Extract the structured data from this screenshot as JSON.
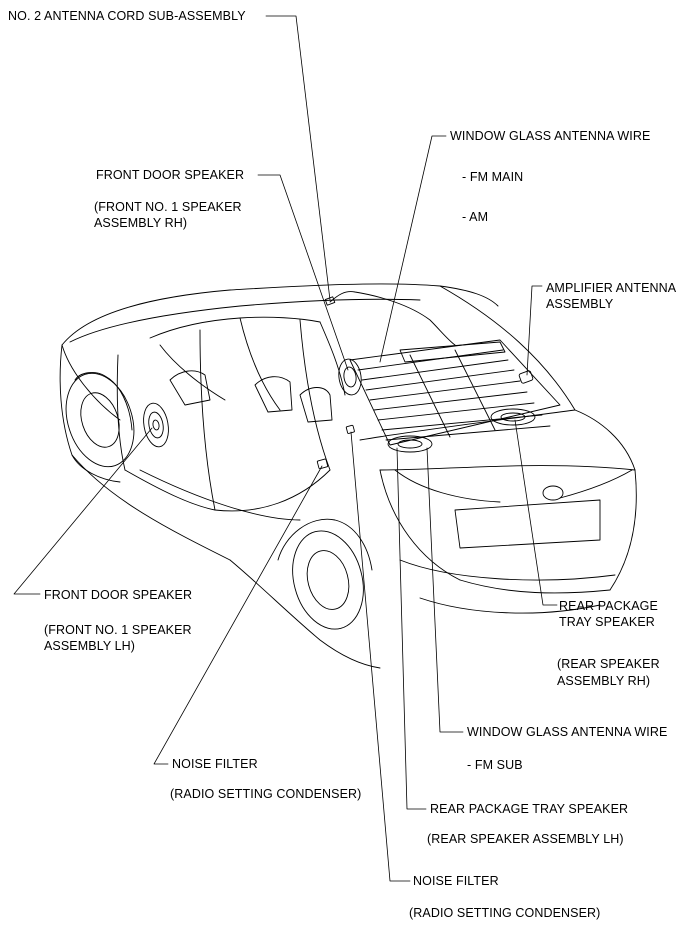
{
  "labels": {
    "no2_antenna_cord": "NO. 2 ANTENNA CORD SUB-ASSEMBLY",
    "window_glass_antenna_wire_top": "WINDOW GLASS ANTENNA WIRE",
    "fm_main": "- FM MAIN",
    "am": "- AM",
    "front_door_speaker_rh": "FRONT DOOR SPEAKER",
    "front_door_speaker_rh_sub_1": "(FRONT NO. 1 SPEAKER",
    "front_door_speaker_rh_sub_2": "ASSEMBLY RH)",
    "amplifier_antenna_1": "AMPLIFIER ANTENNA",
    "amplifier_antenna_2": "ASSEMBLY",
    "front_door_speaker_lh": "FRONT DOOR SPEAKER",
    "front_door_speaker_lh_sub_1": "(FRONT NO. 1 SPEAKER",
    "front_door_speaker_lh_sub_2": "ASSEMBLY LH)",
    "rear_package_tray_speaker_rh_1": "REAR PACKAGE",
    "rear_package_tray_speaker_rh_2": "TRAY SPEAKER",
    "rear_speaker_assembly_rh_1": "(REAR SPEAKER",
    "rear_speaker_assembly_rh_2": "ASSEMBLY RH)",
    "window_glass_antenna_wire_bottom": "WINDOW GLASS ANTENNA WIRE",
    "fm_sub": "- FM SUB",
    "noise_filter_left": "NOISE FILTER",
    "radio_setting_condenser_left": "(RADIO SETTING CONDENSER)",
    "rear_package_tray_speaker_lh": "REAR PACKAGE TRAY SPEAKER",
    "rear_speaker_assembly_lh": "(REAR SPEAKER ASSEMBLY LH)",
    "noise_filter_bottom": "NOISE FILTER",
    "radio_setting_condenser_bottom": "(RADIO SETTING CONDENSER)"
  }
}
